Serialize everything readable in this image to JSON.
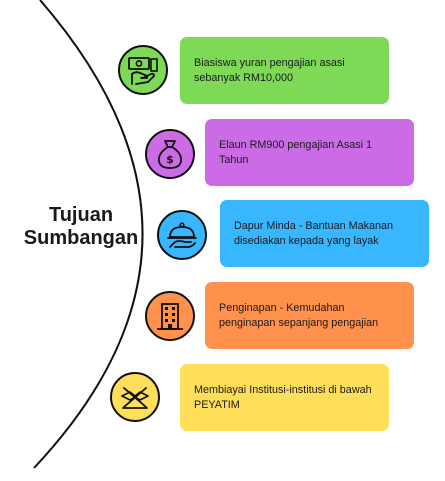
{
  "title": {
    "line1": "Tujuan",
    "line2": "Sumbangan"
  },
  "colors": {
    "green": "#7ED957",
    "purple": "#CB6CE6",
    "blue": "#38B6FF",
    "orange": "#FF914D",
    "yellow": "#FFDE59",
    "outline": "#111111"
  },
  "items": [
    {
      "icon": "money-hand-icon",
      "color": "green",
      "text": "Biasiswa yuran pengajian asasi sebanyak RM10,000"
    },
    {
      "icon": "money-bag-icon",
      "color": "purple",
      "text": "Elaun RM900 pengajian Asasi 1 Tahun"
    },
    {
      "icon": "food-tray-icon",
      "color": "blue",
      "text": "Dapur Minda - Bantuan Makanan disediakan kepada yang layak"
    },
    {
      "icon": "building-icon",
      "color": "orange",
      "text": "Penginapan - Kemudahan penginapan sepanjang pengajian"
    },
    {
      "icon": "quran-book-icon",
      "color": "yellow",
      "text": "Membiayai Institusi-institusi di bawah PEYATIM"
    }
  ]
}
